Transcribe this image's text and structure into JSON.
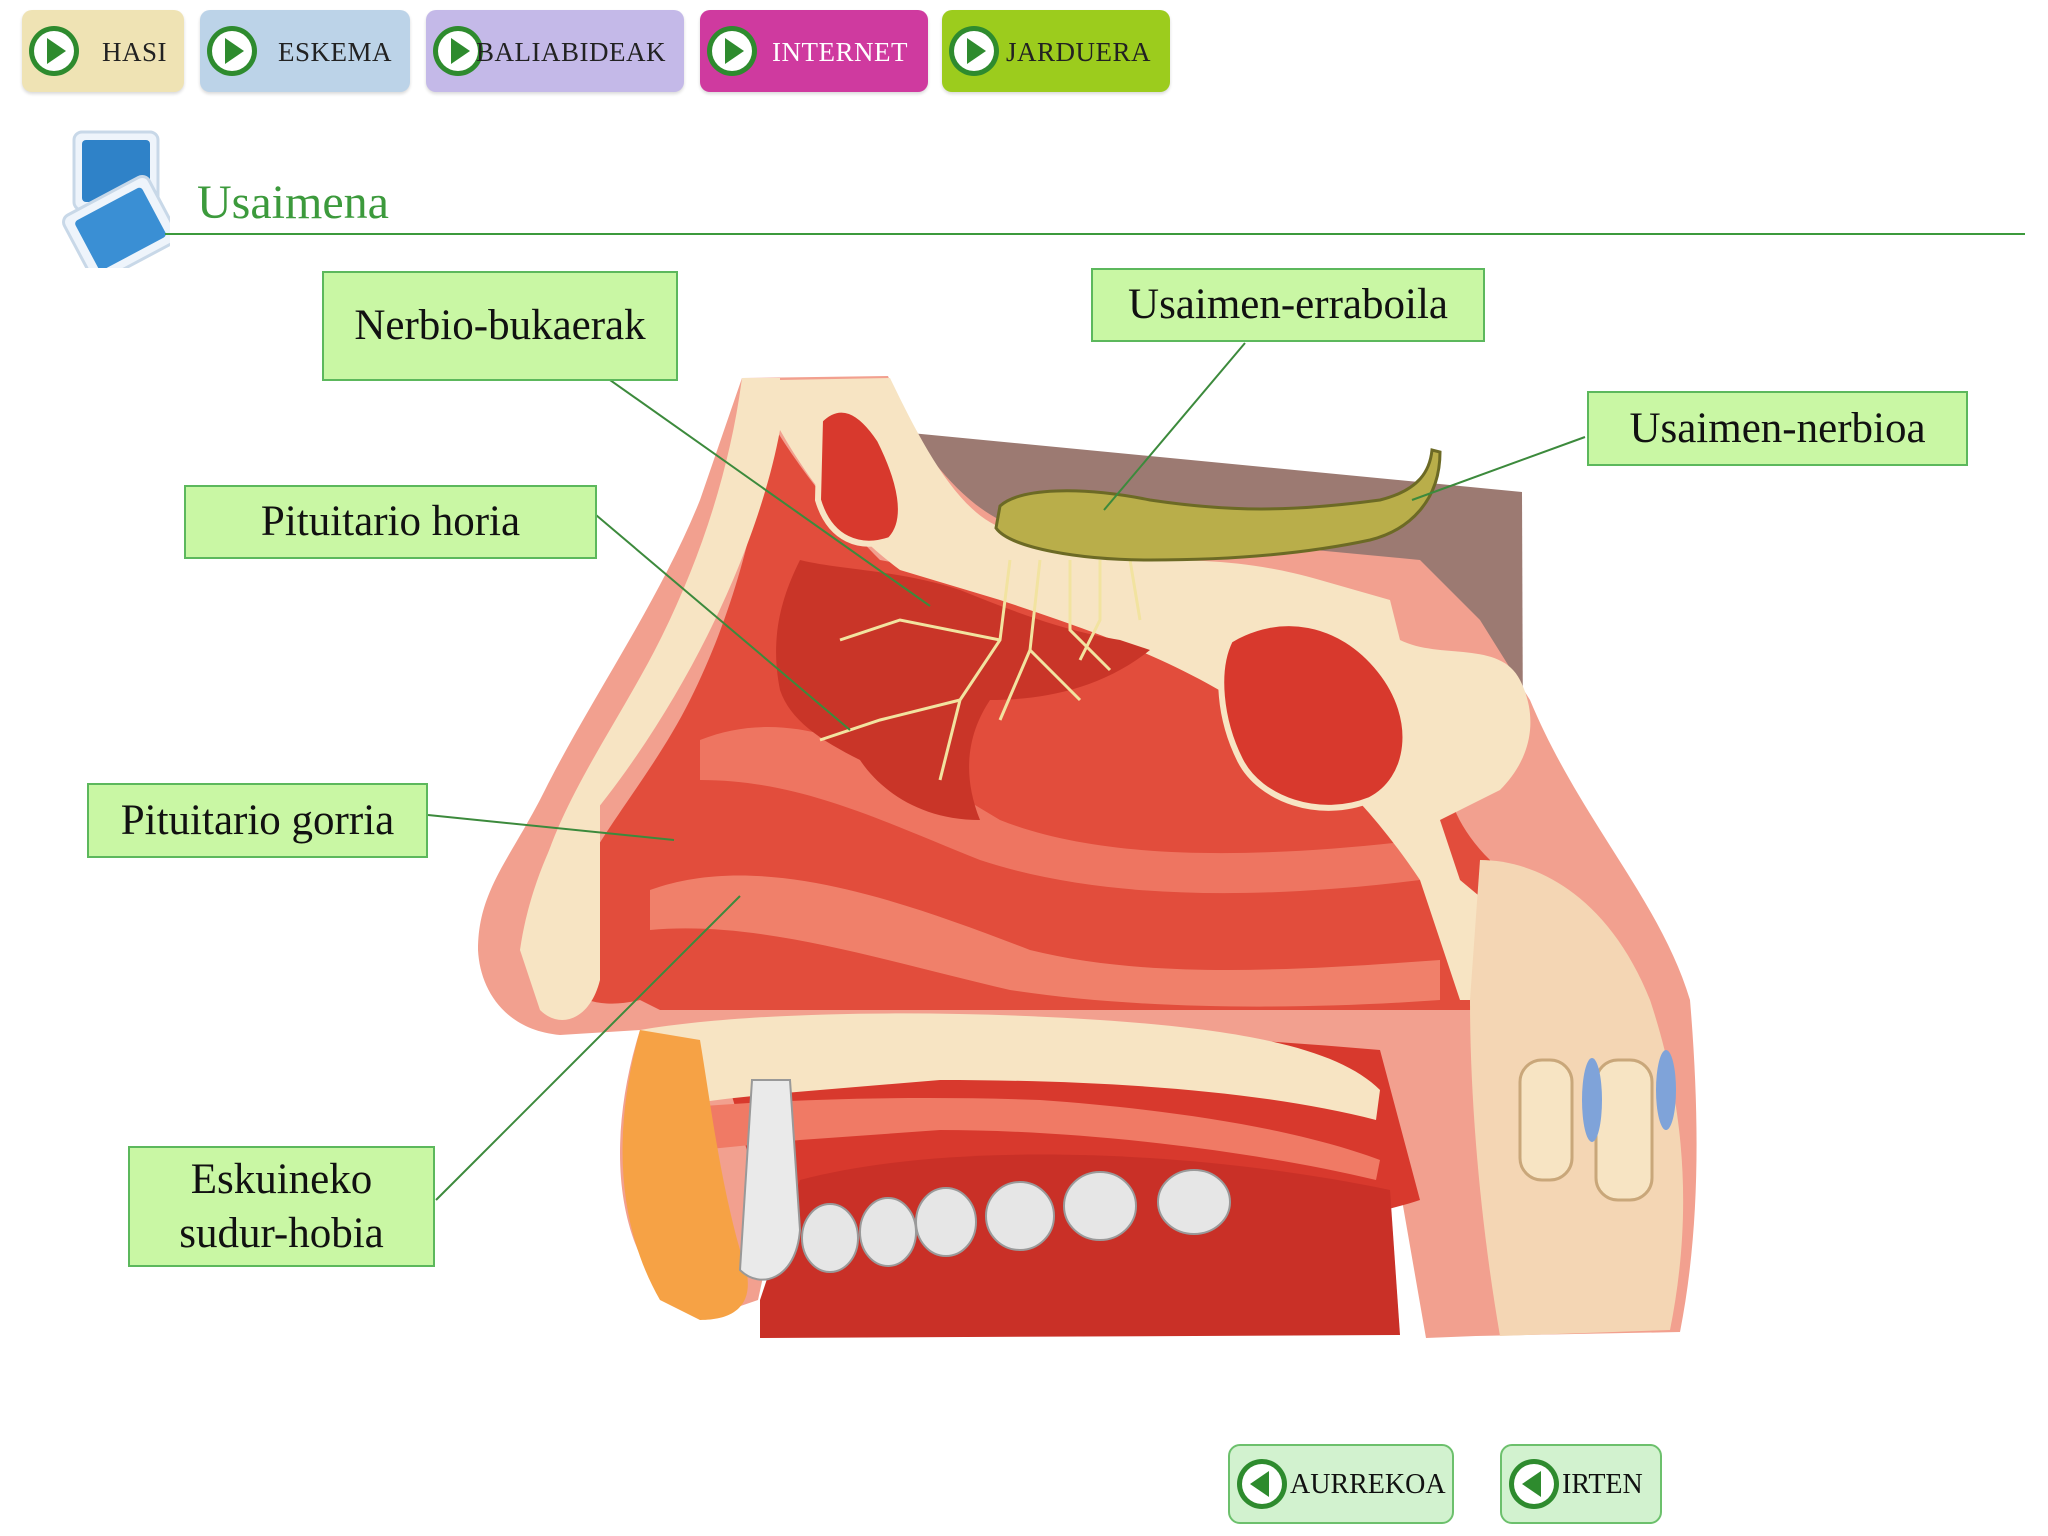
{
  "nav": [
    {
      "label": "HASI",
      "color": "#efe3b4"
    },
    {
      "label": "ESKEMA",
      "color": "#bcd3e8"
    },
    {
      "label": "BALIABIDEAK",
      "color": "#c4b9e8"
    },
    {
      "label": "INTERNET",
      "color": "#cf3a9f"
    },
    {
      "label": "JARDUERA",
      "color": "#9ccc1d"
    }
  ],
  "page": {
    "title": "Usaimena"
  },
  "labels": {
    "nerbio_bukaerak": "Nerbio-bukaerak",
    "usaimen_erraboila": "Usaimen-erraboila",
    "usaimen_nerbioa": "Usaimen-nerbioa",
    "pituitario_horia": "Pituitario horia",
    "pituitario_gorria": "Pituitario gorria",
    "eskuineko_line1": "Eskuineko",
    "eskuineko_line2": "sudur-hobia"
  },
  "bottom_nav": {
    "back": "AURREKOA",
    "exit": "IRTEN"
  },
  "colors": {
    "accent_green": "#3c9a3c",
    "label_fill": "#c9f7a4",
    "play_icon": "#2e8b2e"
  },
  "icons": {
    "nav": "play-icon",
    "back": "back-arrow-icon"
  }
}
